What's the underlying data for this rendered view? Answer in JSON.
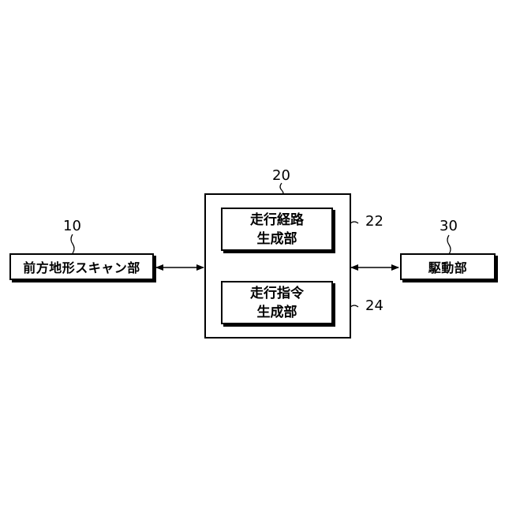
{
  "blocks": {
    "front_terrain_scanner": {
      "ref": "10",
      "label": "前方地形スキャン部"
    },
    "controller": {
      "ref": "20"
    },
    "path_generator": {
      "ref": "22",
      "line1": "走行経路",
      "line2": "生成部"
    },
    "command_generator": {
      "ref": "24",
      "line1": "走行指令",
      "line2": "生成部"
    },
    "drive_unit": {
      "ref": "30",
      "label": "駆動部"
    }
  },
  "colors": {
    "stroke": "#000000",
    "background": "#ffffff"
  }
}
